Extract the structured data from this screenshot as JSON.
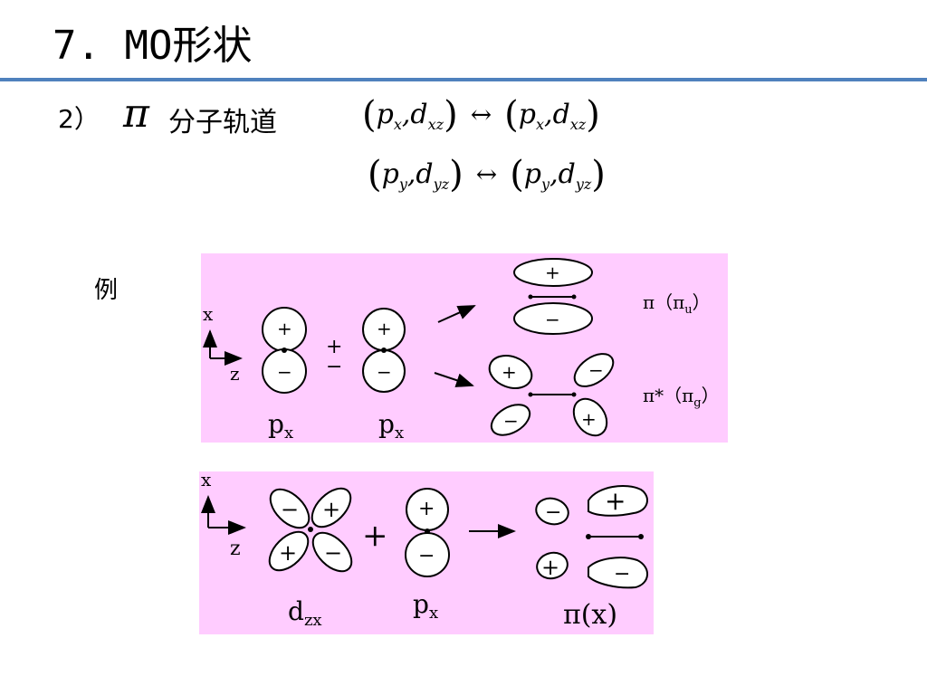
{
  "slide": {
    "title": "7. MO形状",
    "subtitle_num": "2）",
    "pi_symbol": "π",
    "subtitle_text": "分子轨道",
    "example_label": "例"
  },
  "equations": [
    {
      "left_p": "p",
      "left_p_sub": "x",
      "left_d": "d",
      "left_d_sub": "xz",
      "arrow": "↔",
      "right_p": "p",
      "right_p_sub": "x",
      "right_d": "d",
      "right_d_sub": "xz"
    },
    {
      "left_p": "p",
      "left_p_sub": "y",
      "left_d": "d",
      "left_d_sub": "yz",
      "arrow": "↔",
      "right_p": "p",
      "right_p_sub": "y",
      "right_d": "d",
      "right_d_sub": "yz"
    }
  ],
  "diagram1": {
    "axis_x": "x",
    "axis_z": "z",
    "plus": "+",
    "minus": "−",
    "plusminus_top": "+",
    "plusminus_bottom": "−",
    "orbital_a": {
      "base": "p",
      "sub": "x"
    },
    "orbital_b": {
      "base": "p",
      "sub": "x"
    },
    "bonding_label": "π（π",
    "bonding_sub": "u",
    "bonding_close": "）",
    "antibonding_label": "π*（π",
    "antibonding_sub": "g",
    "antibonding_close": "）"
  },
  "diagram2": {
    "axis_x": "x",
    "axis_z": "z",
    "plus": "+",
    "minus": "−",
    "plus_operator": "+",
    "orbital_a": {
      "base": "d",
      "sub": "zx"
    },
    "orbital_b": {
      "base": "p",
      "sub": "x"
    },
    "result_label": "π(x)"
  },
  "colors": {
    "rule": "#4f81bd",
    "panel_bg": "#ffccff"
  }
}
